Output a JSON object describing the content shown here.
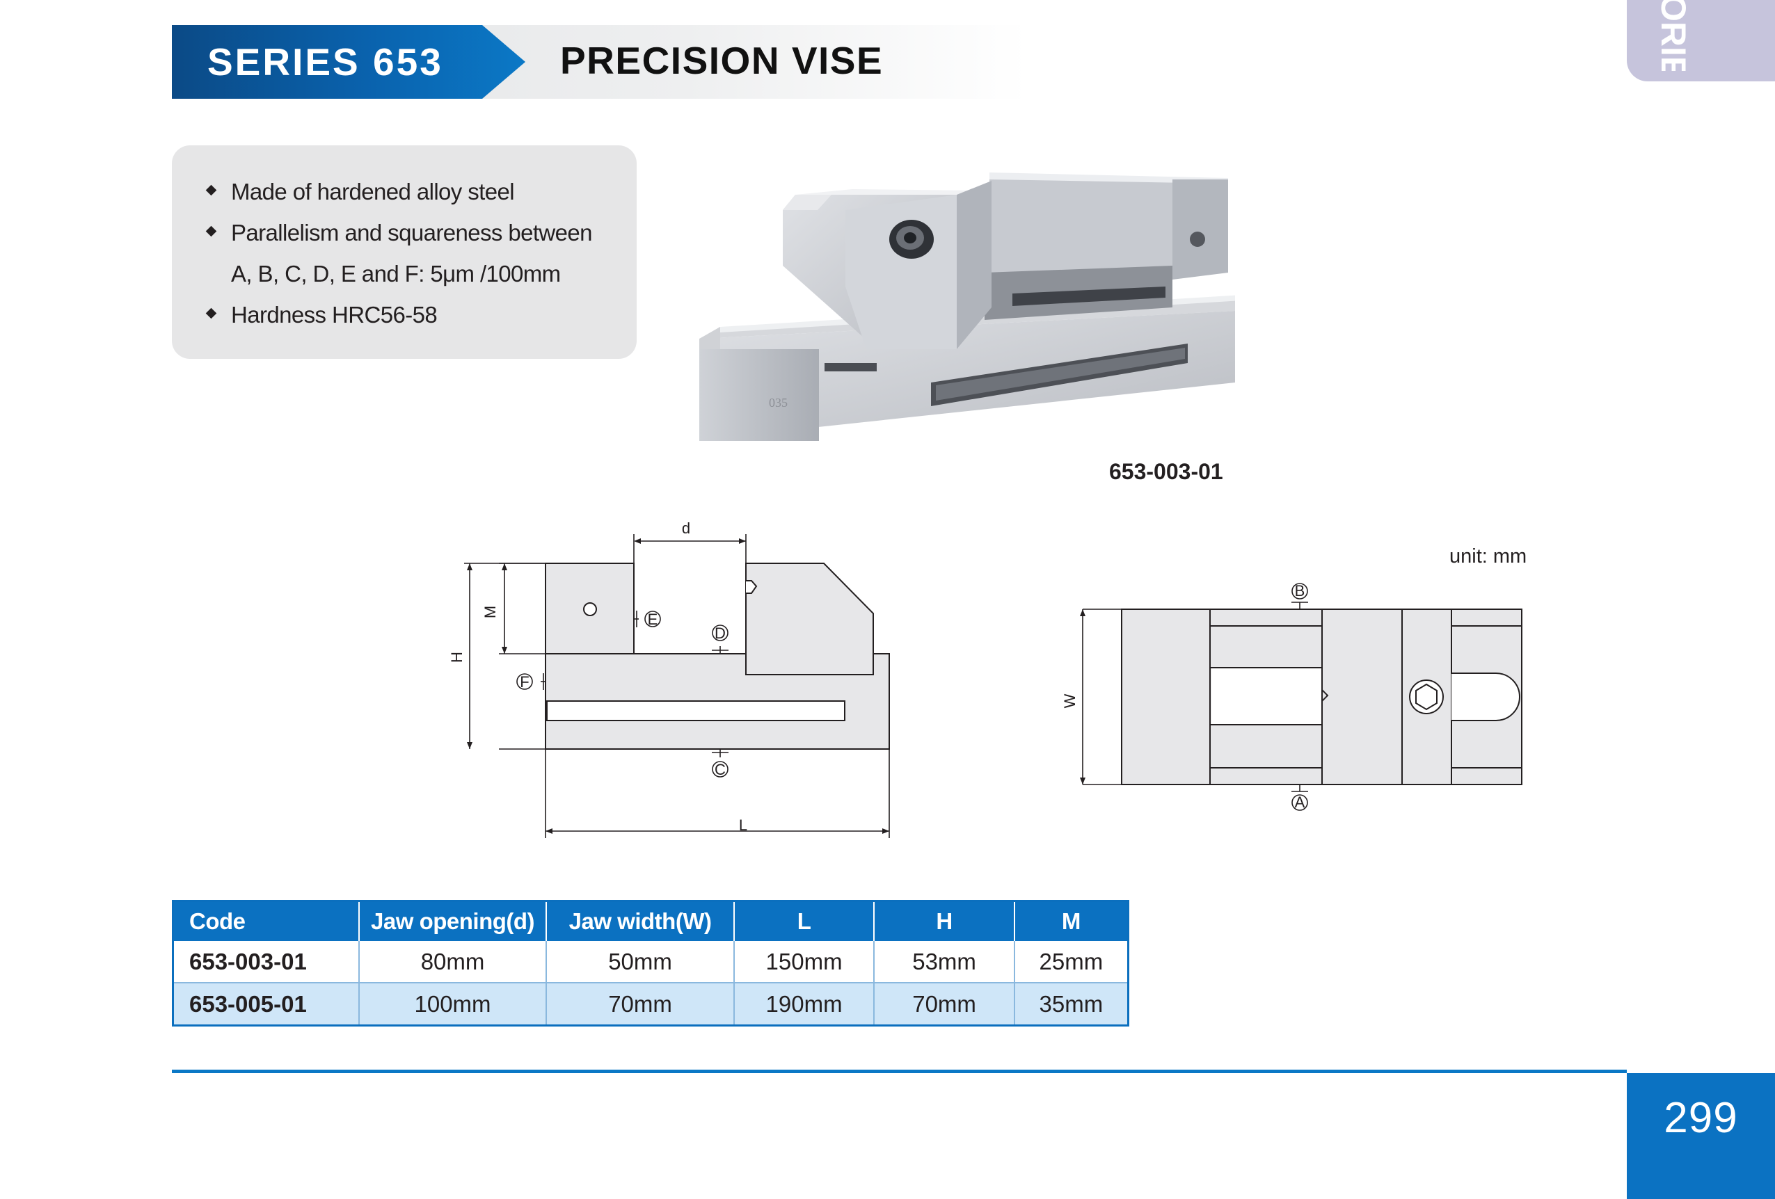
{
  "header": {
    "series": "SERIES 653",
    "title": "PRECISION VISE",
    "side_tab": "ORIES"
  },
  "features": [
    "Made of hardened alloy steel",
    "Parallelism and squareness between",
    "A, B, C, D, E and F: 5μm /100mm",
    "Hardness HRC56-58"
  ],
  "photo": {
    "stamp": "035",
    "caption": "653-003-01"
  },
  "drawing": {
    "unit": "unit: mm",
    "labels": {
      "d": "d",
      "M": "M",
      "H": "H",
      "L": "L",
      "W": "W",
      "A": "A",
      "B": "B",
      "C": "C",
      "D": "D",
      "E": "E",
      "F": "F"
    }
  },
  "table": {
    "headers": [
      "Code",
      "Jaw opening(d)",
      "Jaw width(W)",
      "L",
      "H",
      "M"
    ],
    "rows": [
      [
        "653-003-01",
        "80mm",
        "50mm",
        "150mm",
        "53mm",
        "25mm"
      ],
      [
        "653-005-01",
        "100mm",
        "70mm",
        "190mm",
        "70mm",
        "35mm"
      ]
    ]
  },
  "footer": {
    "page_number": "299"
  },
  "colors": {
    "brand_blue": "#0b71c1",
    "row_tint": "#cfe6f8",
    "tab_lavender": "#c6c4dc"
  }
}
